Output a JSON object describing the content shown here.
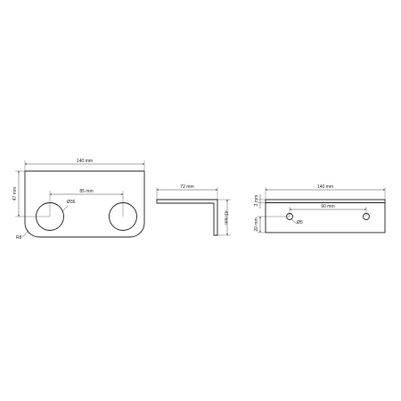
{
  "views": {
    "front": {
      "width_label": "140 mm",
      "height_label": "47 mm",
      "hole_spacing_label": "85 mm",
      "hole_diameter_label": "Ø36",
      "corner_radius_label": "R8"
    },
    "side": {
      "top_label": "72 mm",
      "height_label": "43 mm"
    },
    "top": {
      "width_label": "140 mm",
      "thickness_label": "3 mm",
      "hole_spacing_label": "90 mm",
      "hole_offset_label": "20 mm",
      "hole_diameter_label": "Ø5"
    }
  }
}
